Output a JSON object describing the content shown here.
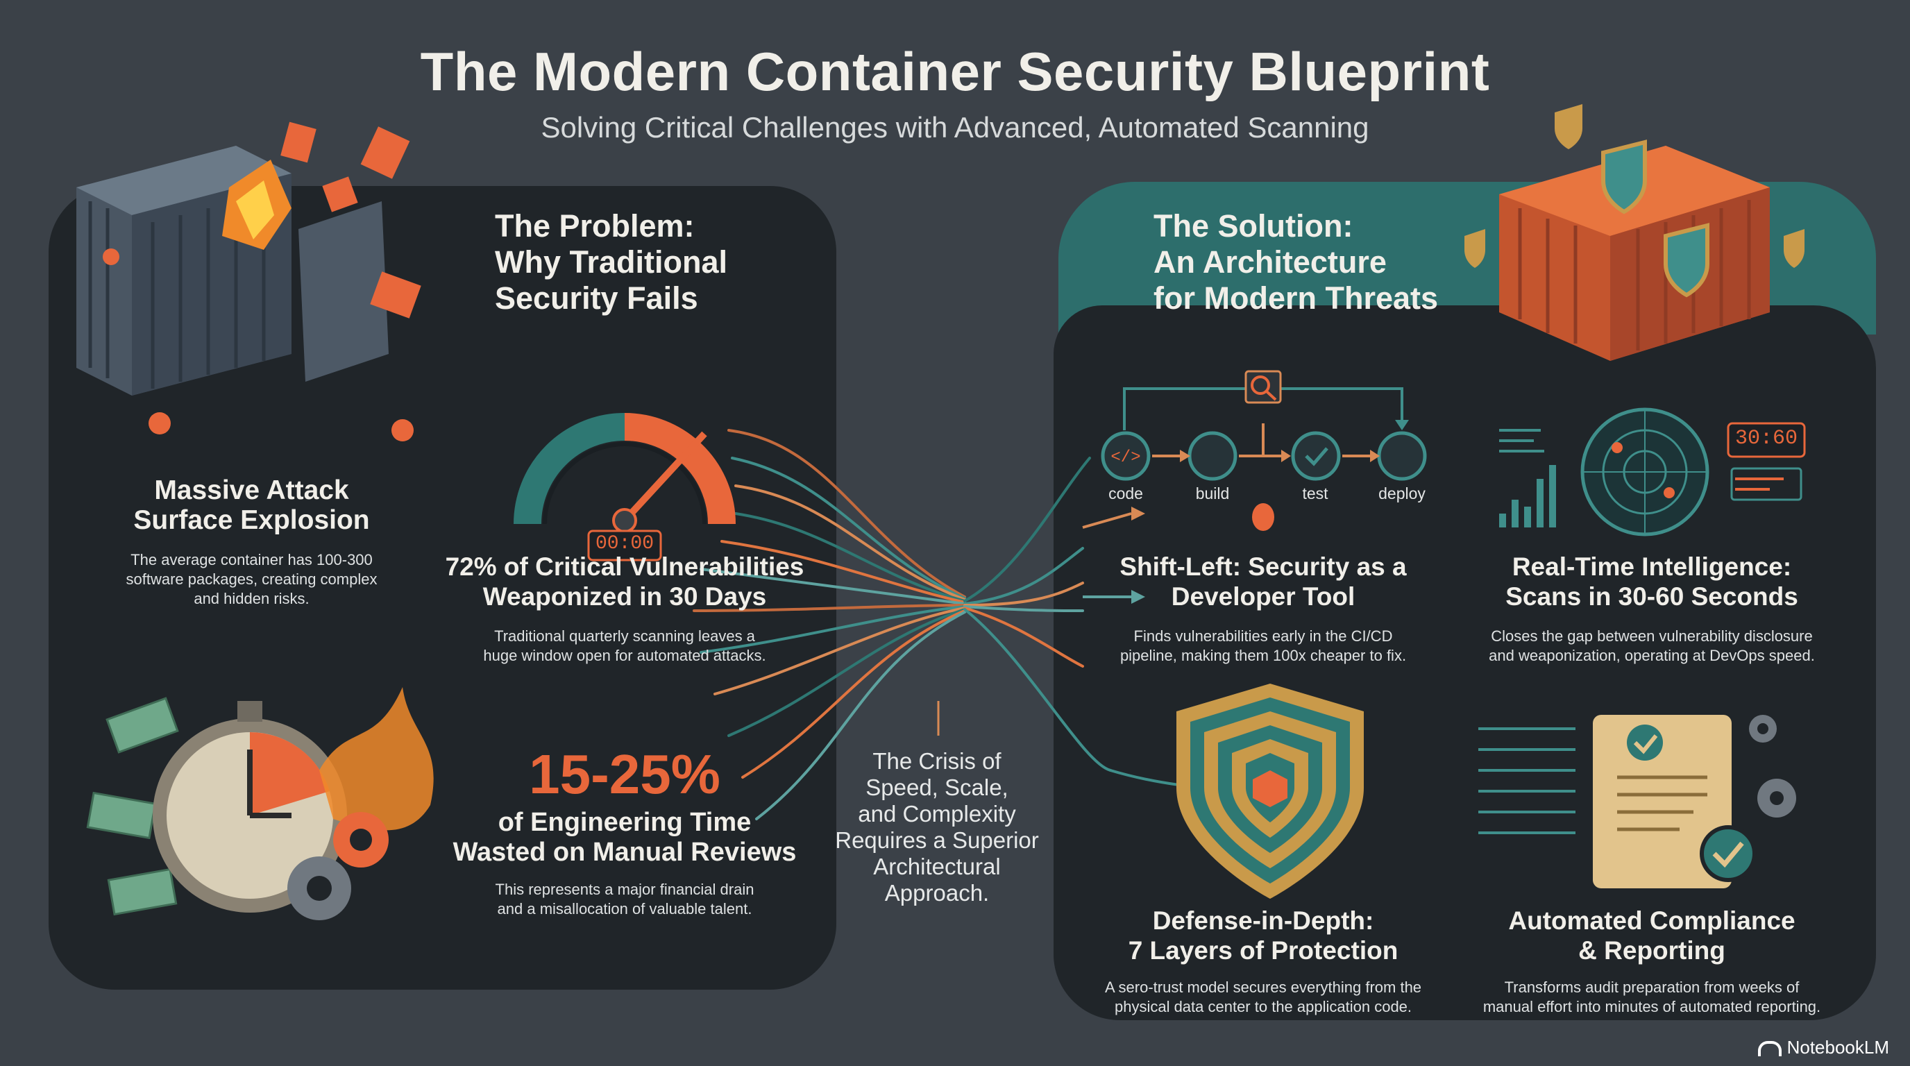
{
  "header": {
    "title": "The Modern Container Security Blueprint",
    "subtitle": "Solving Critical Challenges with Advanced, Automated Scanning"
  },
  "problem": {
    "heading_line1": "The Problem:",
    "heading_line2": "Why Traditional",
    "heading_line3": "Security Fails",
    "attack_surface": {
      "title_line1": "Massive Attack",
      "title_line2": "Surface Explosion",
      "body_line1": "The average container has 100-300",
      "body_line2": "software packages, creating complex",
      "body_line3": "and hidden risks."
    },
    "vulnerabilities": {
      "gauge_readout": "00:00",
      "title_line1": "72% of Critical Vulnerabilities",
      "title_line2": "Weaponized in 30 Days",
      "body_line1": "Traditional quarterly scanning leaves a",
      "body_line2": "huge window open for automated attacks."
    },
    "engineering_time": {
      "stat": "15-25%",
      "title_line1": "of Engineering Time",
      "title_line2": "Wasted on Manual Reviews",
      "body_line1": "This represents a major financial drain",
      "body_line2": "and a misallocation of valuable talent."
    }
  },
  "crisis": {
    "line1": "The Crisis of",
    "line2": "Speed, Scale,",
    "line3": "and Complexity",
    "line4": "Requires a Superior",
    "line5": "Architectural",
    "line6": "Approach."
  },
  "solution": {
    "heading_line1": "The Solution:",
    "heading_line2": "An Architecture",
    "heading_line3": "for Modern Threats",
    "pipeline": [
      "code",
      "build",
      "test",
      "deploy"
    ],
    "shift_left": {
      "title_line1": "Shift-Left: Security as a",
      "title_line2": "Developer Tool",
      "body_line1": "Finds vulnerabilities early in the CI/CD",
      "body_line2": "pipeline, making them 100x cheaper to fix."
    },
    "real_time": {
      "timer_readout": "30:60",
      "title_line1": "Real-Time Intelligence:",
      "title_line2": "Scans in 30-60 Seconds",
      "body_line1": "Closes the gap between vulnerability disclosure",
      "body_line2": "and weaponization, operating at DevOps speed."
    },
    "defense": {
      "title_line1": "Defense-in-Depth:",
      "title_line2": "7 Layers of Protection",
      "body_line1": "A sero-trust model secures everything from the",
      "body_line2": "physical data center to the application code."
    },
    "compliance": {
      "title_line1": "Automated Compliance",
      "title_line2": "& Reporting",
      "body_line1": "Transforms audit preparation from weeks of",
      "body_line2": "manual effort into minutes of automated reporting."
    }
  },
  "brand": "NotebookLM",
  "colors": {
    "background": "#3b4148",
    "panel": "#202529",
    "teal": "#2d6e6c",
    "orange": "#e8673b",
    "text": "#f1efe9"
  }
}
